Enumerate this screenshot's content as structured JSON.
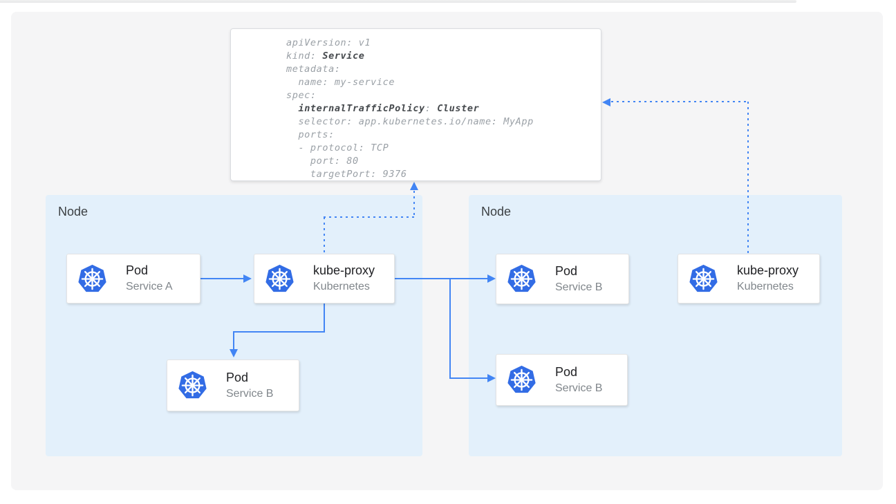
{
  "yaml_card": {
    "lines": [
      [
        {
          "text": "apiVersion: v1",
          "bold": false
        }
      ],
      [
        {
          "text": "kind: ",
          "bold": false
        },
        {
          "text": "Service",
          "bold": true
        }
      ],
      [
        {
          "text": "metadata:",
          "bold": false
        }
      ],
      [
        {
          "text": "  name: my-service",
          "bold": false
        }
      ],
      [
        {
          "text": "spec:",
          "bold": false
        }
      ],
      [
        {
          "text": "  ",
          "bold": false
        },
        {
          "text": "internalTrafficPolicy",
          "bold": true
        },
        {
          "text": ": ",
          "bold": false
        },
        {
          "text": "Cluster",
          "bold": true
        }
      ],
      [
        {
          "text": "  selector: app.kubernetes.io/name: MyApp",
          "bold": false
        }
      ],
      [
        {
          "text": "  ports:",
          "bold": false
        }
      ],
      [
        {
          "text": "  - protocol: TCP",
          "bold": false
        }
      ],
      [
        {
          "text": "    port: 80",
          "bold": false
        }
      ],
      [
        {
          "text": "    targetPort: 9376",
          "bold": false
        }
      ]
    ]
  },
  "nodes": {
    "left": {
      "label": "Node"
    },
    "right": {
      "label": "Node"
    }
  },
  "cards": {
    "pod_a": {
      "title": "Pod",
      "subtitle": "Service A",
      "icon": "kubernetes-logo"
    },
    "kube_proxy_left": {
      "title": "kube-proxy",
      "subtitle": "Kubernetes",
      "icon": "kubernetes-logo"
    },
    "pod_b_left": {
      "title": "Pod",
      "subtitle": "Service B",
      "icon": "kubernetes-logo"
    },
    "pod_b_right_top": {
      "title": "Pod",
      "subtitle": "Service B",
      "icon": "kubernetes-logo"
    },
    "pod_b_right_bottom": {
      "title": "Pod",
      "subtitle": "Service B",
      "icon": "kubernetes-logo"
    },
    "kube_proxy_right": {
      "title": "kube-proxy",
      "subtitle": "Kubernetes",
      "icon": "kubernetes-logo"
    }
  },
  "colors": {
    "canvas_bg": "#f5f5f6",
    "node_bg": "#e3f0fb",
    "arrow_blue": "#4285f4",
    "k8s_blue": "#326ce5",
    "card_title": "#202124",
    "card_subtitle": "#80868b",
    "node_label": "#3c4043",
    "code_regular": "#9aa0a6",
    "code_bold": "#45494d",
    "card_border": "#e4e4e4",
    "yaml_border": "#dadce0"
  }
}
